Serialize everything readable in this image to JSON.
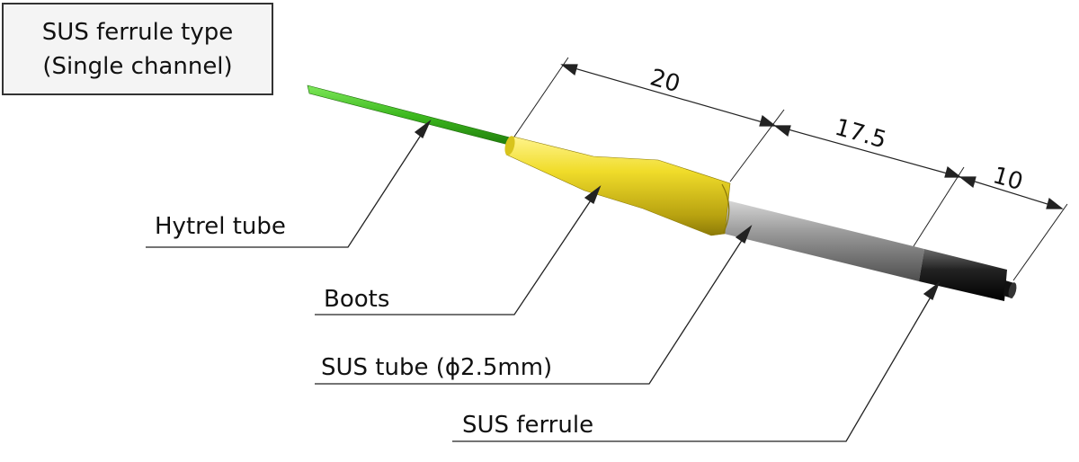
{
  "title": {
    "line1": "SUS ferrule type",
    "line2": "(Single channel)"
  },
  "callouts": {
    "hytrel": "Hytrel tube",
    "boots": "Boots",
    "sus_tube": "SUS tube (ϕ2.5mm)",
    "sus_ferrule": "SUS ferrule"
  },
  "dimensions": {
    "boots_length": "20",
    "tube_length": "17.5",
    "ferrule_length": "10"
  },
  "colors": {
    "hytrel": "#3cb81e",
    "boots": "#e6d21e",
    "sus_tube": "#8c8c8c",
    "ferrule": "#1e1e1e"
  }
}
